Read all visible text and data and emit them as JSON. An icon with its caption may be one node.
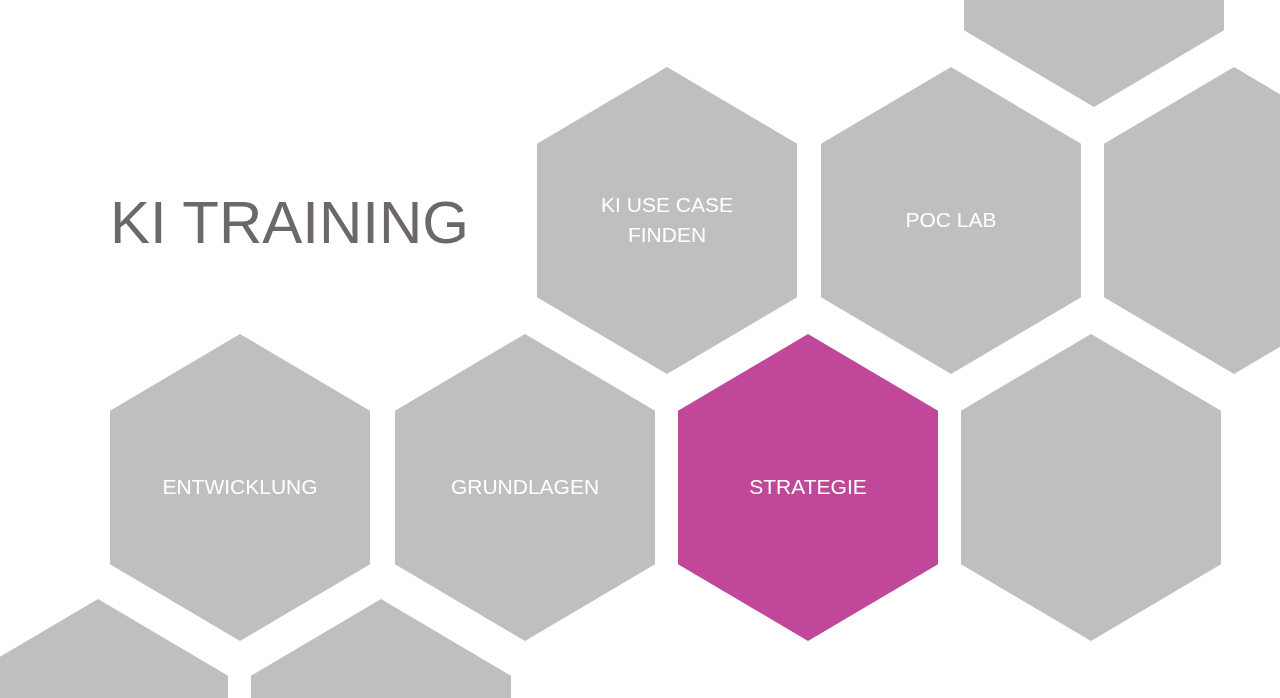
{
  "diagram": {
    "title": "KI TRAINING",
    "nodes": [
      {
        "text": [],
        "shape": "hexagon"
      },
      {
        "text": [
          "KI USE CASE FINDEN"
        ]
      },
      {
        "text": [
          "POC LAB"
        ]
      },
      {
        "text": [],
        "shape": "hexagon"
      },
      {
        "text": [
          "ENTWICKLUNG"
        ]
      },
      {
        "text": [
          "GRUNDLAGEN"
        ]
      },
      {
        "text": [
          "STRATEGIE"
        ]
      },
      {
        "text": [],
        "shape": "hexagon"
      },
      {
        "text": [],
        "shape": "hexagon"
      },
      {
        "text": [],
        "shape": "hexagon"
      }
    ],
    "edges": []
  }
}
